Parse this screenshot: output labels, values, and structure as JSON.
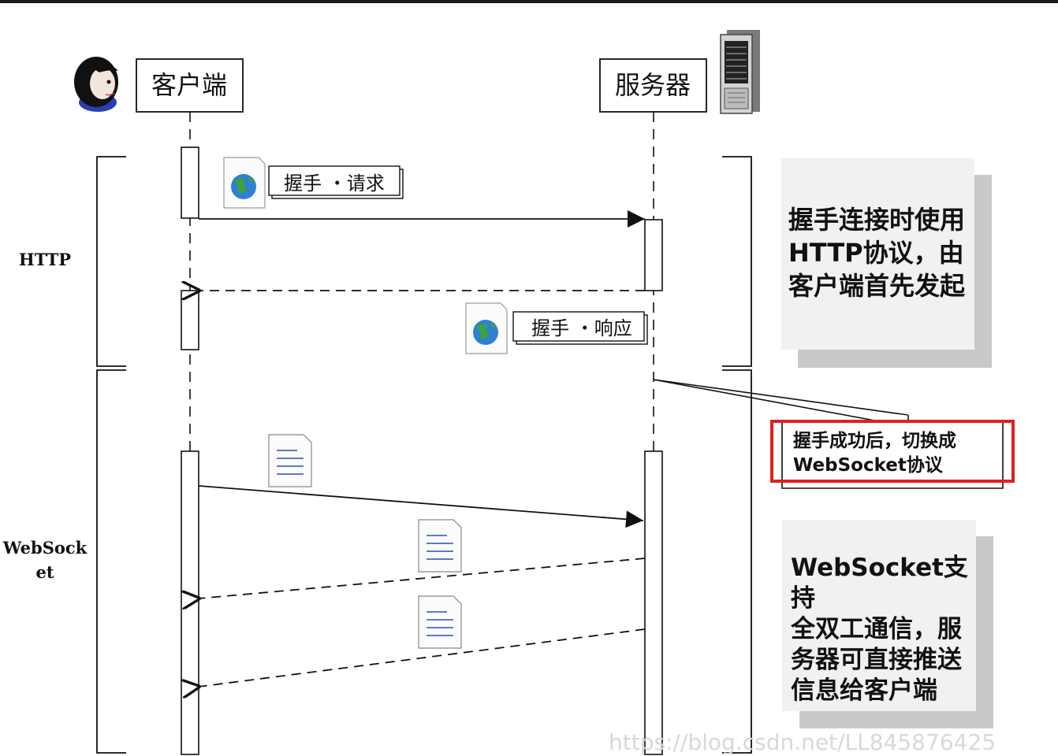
{
  "participants": {
    "client": "客户端",
    "server": "服务器"
  },
  "sections": {
    "http": "HTTP",
    "websocket": "WebSocket"
  },
  "messages": {
    "handshake_request": "握手 ・请求",
    "handshake_response": "握手 ・响应"
  },
  "notes": {
    "http_note": "握手连接时使用\nHTTP协议，由\n客户端首先发起",
    "switch_note": "握手成功后，切换成\nWebSocket协议",
    "websocket_note": "WebSocket支持\n全双工通信，服\n务器可直接推送\n信息给客户端"
  },
  "watermark": "https://blog.csdn.net/LL845876425",
  "colors": {
    "highlight_border": "#e02020",
    "shadow": "#c9c9c9",
    "note_fill": "#f1f1f1",
    "line": "#111111"
  },
  "icons": {
    "user": "user-avatar-icon",
    "server": "server-tower-icon",
    "globe_document": "globe-document-icon",
    "text_document": "text-document-icon"
  }
}
